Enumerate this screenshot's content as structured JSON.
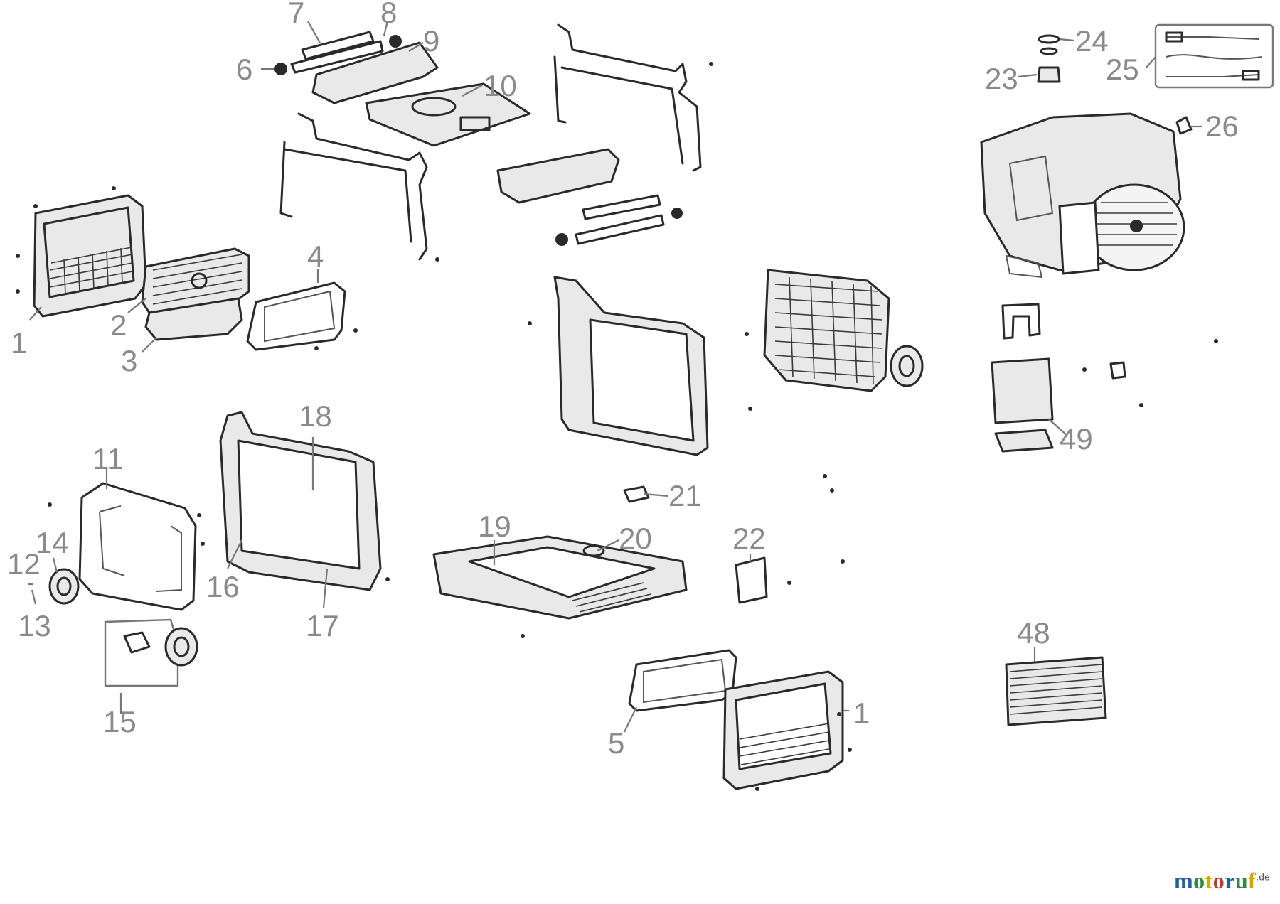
{
  "callouts": [
    {
      "id": "c1a",
      "text": "1"
    },
    {
      "id": "c2",
      "text": "2"
    },
    {
      "id": "c3",
      "text": "3"
    },
    {
      "id": "c4",
      "text": "4"
    },
    {
      "id": "c5",
      "text": "5"
    },
    {
      "id": "c6",
      "text": "6"
    },
    {
      "id": "c7",
      "text": "7"
    },
    {
      "id": "c8",
      "text": "8"
    },
    {
      "id": "c9",
      "text": "9"
    },
    {
      "id": "c10",
      "text": "10"
    },
    {
      "id": "c11",
      "text": "11"
    },
    {
      "id": "c12",
      "text": "12"
    },
    {
      "id": "c13",
      "text": "13"
    },
    {
      "id": "c14",
      "text": "14"
    },
    {
      "id": "c15",
      "text": "15"
    },
    {
      "id": "c16",
      "text": "16"
    },
    {
      "id": "c17",
      "text": "17"
    },
    {
      "id": "c18",
      "text": "18"
    },
    {
      "id": "c19",
      "text": "19"
    },
    {
      "id": "c20",
      "text": "20"
    },
    {
      "id": "c21",
      "text": "21"
    },
    {
      "id": "c22",
      "text": "22"
    },
    {
      "id": "c23",
      "text": "23"
    },
    {
      "id": "c24",
      "text": "24"
    },
    {
      "id": "c25",
      "text": "25"
    },
    {
      "id": "c26",
      "text": "26"
    },
    {
      "id": "c1b",
      "text": "1"
    },
    {
      "id": "c48",
      "text": "48"
    },
    {
      "id": "c49",
      "text": "49"
    }
  ],
  "brand": {
    "letters": [
      "m",
      "o",
      "t",
      "o",
      "r",
      "u",
      "f"
    ],
    "letter_colors": [
      "#1f5fa8",
      "#2e8b3d",
      "#d9a400",
      "#c0392b",
      "#1f5fa8",
      "#2e8b3d",
      "#d9a400"
    ],
    "suffix": ".de"
  }
}
